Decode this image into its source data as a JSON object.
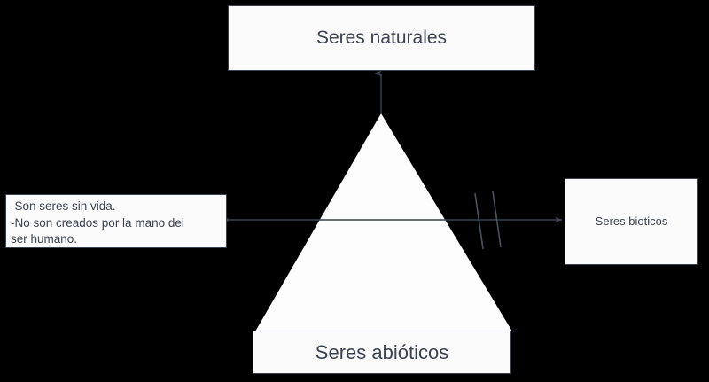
{
  "diagram": {
    "title": "Seres naturales",
    "background_color": "#000000",
    "node_fill": "#fbfbfc",
    "stroke_color": "#3b4250",
    "text_color": "#3b4250"
  },
  "nodes": {
    "top": {
      "label": "Seres naturales"
    },
    "bottom": {
      "label": "Seres abióticos"
    },
    "right": {
      "label": "Seres bioticos"
    },
    "left": {
      "lines": [
        "-Son seres sin vida.",
        "-No son creados por la mano del",
        "ser humano."
      ]
    },
    "center": {
      "shape": "triangle",
      "label": ""
    }
  },
  "connectors": [
    {
      "name": "triangle-to-top",
      "direction": "up",
      "arrowhead": "end",
      "crossed": false
    },
    {
      "name": "triangle-to-left",
      "direction": "left",
      "arrowhead": "end",
      "crossed": false
    },
    {
      "name": "triangle-to-right",
      "direction": "right",
      "arrowhead": "end",
      "crossed": true,
      "cross_marks": 2
    }
  ]
}
